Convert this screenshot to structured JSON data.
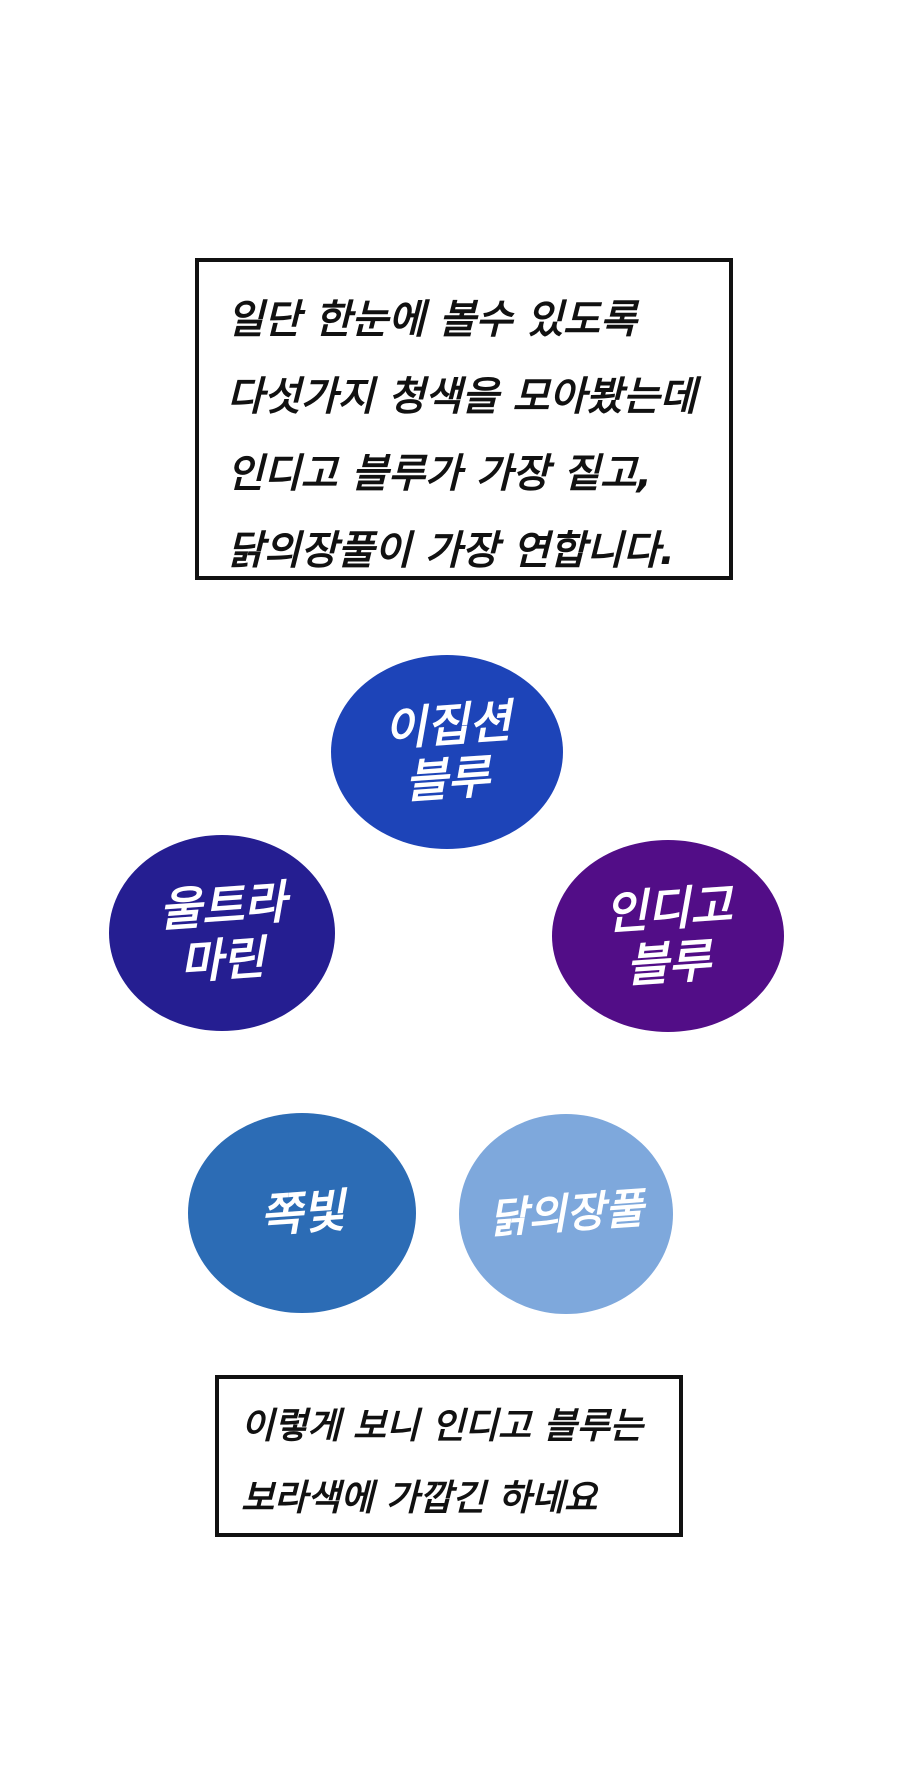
{
  "top_note": {
    "lines": [
      "일단 한눈에 볼수 있도록",
      "다섯가지 청색을 모아봤는데",
      "인디고 블루가 가장 짙고,",
      "닭의장풀이 가장 연합니다."
    ]
  },
  "swatches": [
    {
      "id": "egyptian-blue",
      "label_lines": [
        "이집션",
        "블루"
      ],
      "fill": "#1d44b8",
      "text_color": "#ffffff"
    },
    {
      "id": "ultramarine",
      "label_lines": [
        "울트라",
        "마린"
      ],
      "fill": "#251e91",
      "text_color": "#ffffff"
    },
    {
      "id": "indigo-blue",
      "label_lines": [
        "인디고",
        "블루"
      ],
      "fill": "#520d87",
      "text_color": "#ffffff"
    },
    {
      "id": "jjokbit",
      "label_lines": [
        "쪽빛"
      ],
      "fill": "#2c6cb5",
      "text_color": "#ffffff"
    },
    {
      "id": "dayflower",
      "label_lines": [
        "닭의장풀"
      ],
      "fill": "#7ea8dc",
      "text_color": "#ffffff"
    }
  ],
  "bottom_note": {
    "lines": [
      "이렇게 보니 인디고 블루는",
      "보라색에 가깝긴 하네요"
    ]
  },
  "page_bg": "#ffffff",
  "note_border_color": "#111111"
}
